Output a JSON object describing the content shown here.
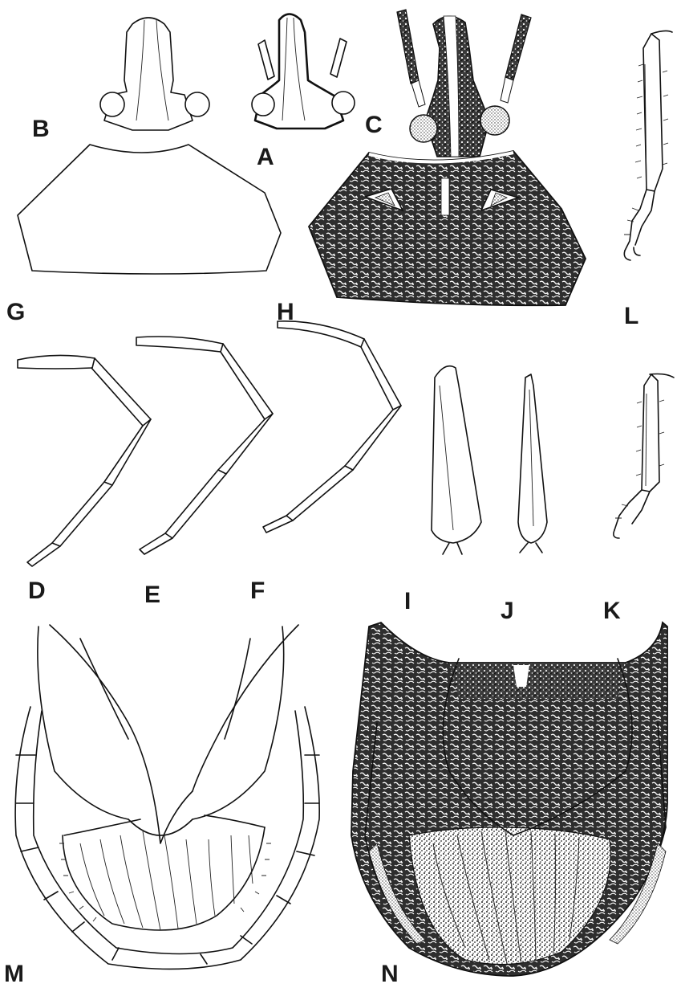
{
  "plate": {
    "labels": {
      "A": "A",
      "B": "B",
      "C": "C",
      "D": "D",
      "E": "E",
      "F": "F",
      "G": "G",
      "H": "H",
      "I": "I",
      "J": "J",
      "K": "K",
      "L": "L",
      "M": "M",
      "N": "N"
    }
  },
  "colors": {
    "ink": "#111111",
    "paper": "#ffffff",
    "stipple": "#2a2a2a"
  }
}
